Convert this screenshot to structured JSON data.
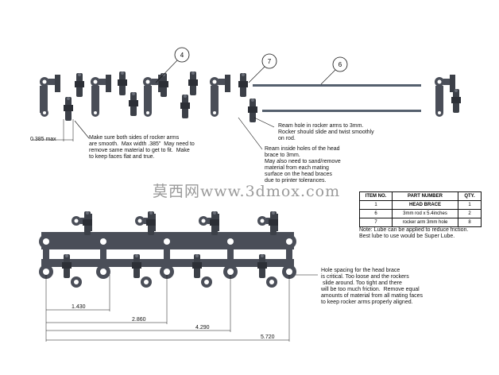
{
  "balloons": [
    "4",
    "7",
    "6"
  ],
  "notes": {
    "rocker_sides": "Make sure both sides of rocker arms\nare smooth.  Max width .385\"  May need to\nremove same material to get to fit.  Make\nto keep faces flat and true.",
    "ream_rocker": "Ream hole in rocker arms to 3mm.\nRocker should slide and twist smoothly\non rod.",
    "ream_brace": "Ream inside holes of the head\nbrace to 3mm.\nMay also need to sand/remove\nmaterial from each mating\nsurface on the head braces\ndue to printer tolerances.",
    "lube": "Note: Lube can be applied to reduce friction.\nBest lube to use would be Super Lube.",
    "hole_spacing": "Hole spacing for the head brace\nis critical. Too loose and the rockers\n slide around. Too tight and there\nwill be too much friction.  Remove equal\namounts of material from all mating faces\nto keep rocker arms properly aligned."
  },
  "dimensions": {
    "width_max": "0.385 max",
    "d1": "1.430",
    "d2": "2.860",
    "d3": "4.290",
    "d4": "5.720"
  },
  "watermark": "莫西网www.3dmox.com",
  "bom": {
    "headers": [
      "ITEM NO.",
      "PART NUMBER",
      "QTY."
    ],
    "rows": [
      [
        "1",
        "HEAD BRACE",
        "1"
      ],
      [
        "6",
        "3mm rod x 5.4inches",
        "2"
      ],
      [
        "7",
        "rocker arm 3mm hole",
        "8"
      ]
    ]
  },
  "colors": {
    "part_fill": "#4a4e58",
    "part_dark": "#2c2f36",
    "rod": "#55606e",
    "line": "#111111"
  }
}
